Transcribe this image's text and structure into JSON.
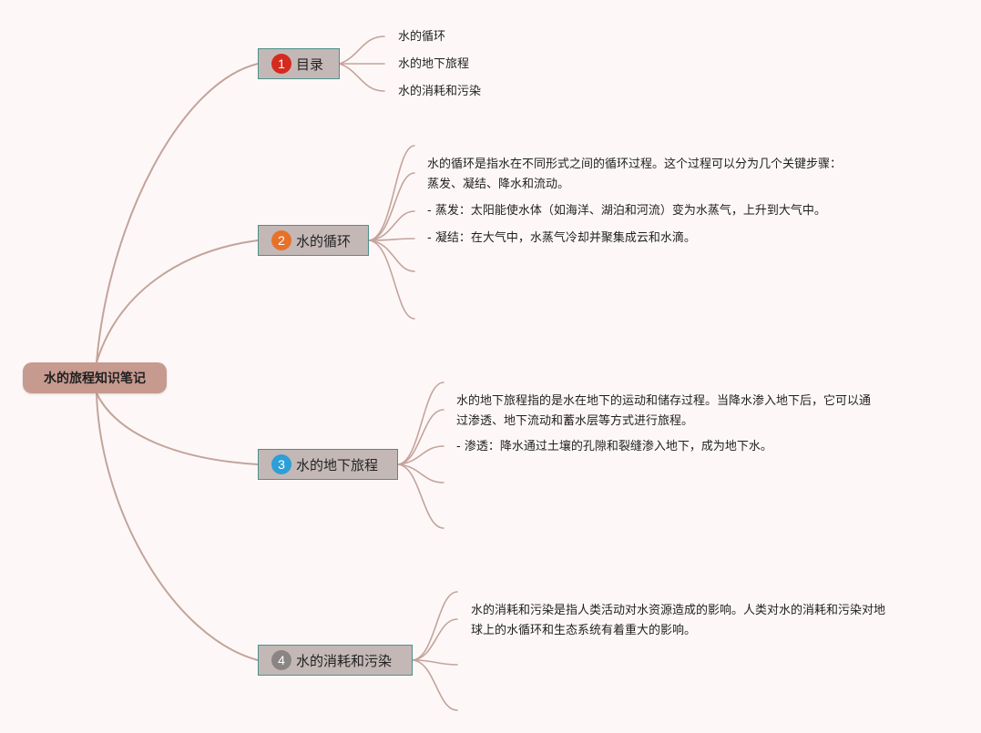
{
  "root": {
    "title": "水的旅程知识笔记"
  },
  "topics": [
    {
      "number": "1",
      "label": "目录",
      "badge_color": "#d52b1e"
    },
    {
      "number": "2",
      "label": "水的循环",
      "badge_color": "#e8712a"
    },
    {
      "number": "3",
      "label": "水的地下旅程",
      "badge_color": "#2e9fd6"
    },
    {
      "number": "4",
      "label": "水的消耗和污染",
      "badge_color": "#8a8584"
    }
  ],
  "toc": {
    "items": [
      "水的循环",
      "水的地下旅程",
      "水的消耗和污染"
    ]
  },
  "cycle": {
    "intro_line1": "水的循环是指水在不同形式之间的循环过程。这个过程可以分为几个关键步骤：",
    "intro_line2": "蒸发、凝结、降水和流动。",
    "evaporation": "- 蒸发：太阳能使水体（如海洋、湖泊和河流）变为水蒸气，上升到大气中。",
    "condensation": "- 凝结：在大气中，水蒸气冷却并聚集成云和水滴。"
  },
  "underground": {
    "intro_line1": "水的地下旅程指的是水在地下的运动和储存过程。当降水渗入地下后，它可以通",
    "intro_line2": "过渗透、地下流动和蓄水层等方式进行旅程。",
    "infiltration": "- 渗透：降水通过土壤的孔隙和裂缝渗入地下，成为地下水。"
  },
  "consumption": {
    "intro_line1": "水的消耗和污染是指人类活动对水资源造成的影响。人类对水的消耗和污染对地",
    "intro_line2": "球上的水循环和生态系统有着重大的影响。"
  },
  "colors": {
    "connector": "#c4a39b",
    "root_fill": "#c79a8f",
    "topic_fill": "#c3b8b6",
    "topic_border": "#4f8f88",
    "background": "#fdf8f7"
  }
}
